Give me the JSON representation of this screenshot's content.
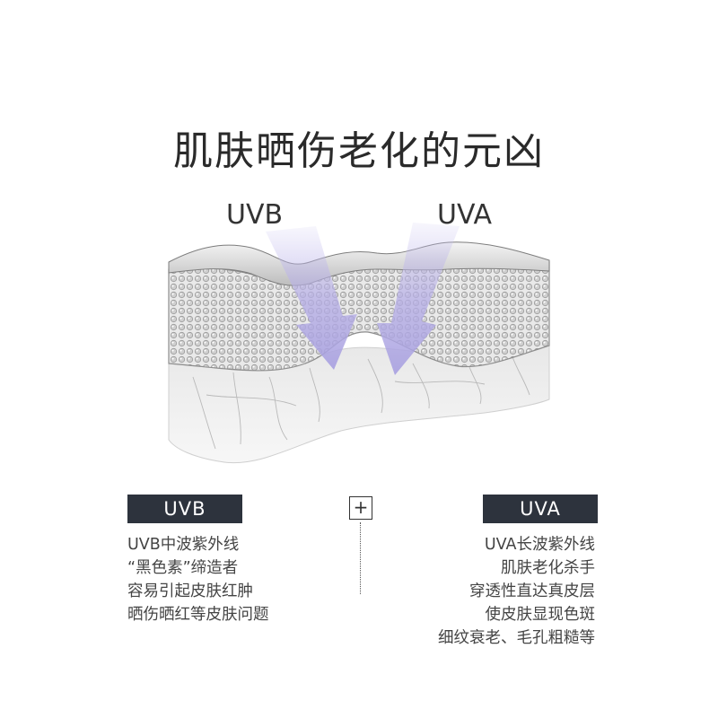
{
  "title": "肌肤晒伤老化的元凶",
  "rays": {
    "uvb": "UVB",
    "uva": "UVA"
  },
  "badges": {
    "left": "UVB",
    "right": "UVA"
  },
  "plus_symbol": "+",
  "uvb_lines": [
    "UVB中波紫外线",
    "“黑色素”缔造者",
    "容易引起皮肤红肿",
    "晒伤晒红等皮肤问题"
  ],
  "uva_lines": [
    "UVA长波紫外线",
    "肌肤老化杀手",
    "穿透性直达真皮层",
    "使皮肤显现色斑",
    "细纹衰老、毛孔粗糙等"
  ],
  "colors": {
    "badge_bg": "#2d333d",
    "ray_purple": "#b6aee6"
  },
  "icons": {
    "plus": "plus-icon"
  }
}
